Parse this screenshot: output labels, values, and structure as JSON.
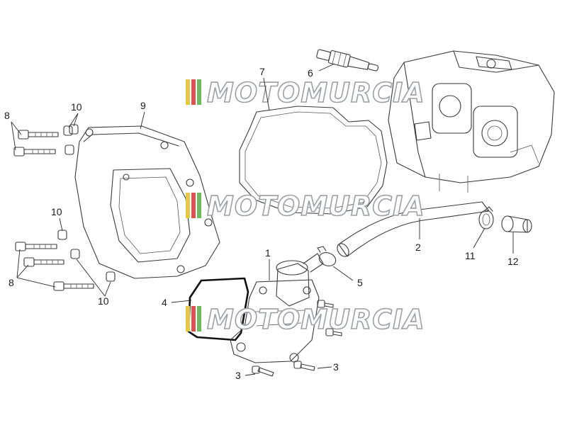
{
  "watermark": {
    "text": "MOTOMURCIA",
    "stripe_colors": [
      "#e8c64a",
      "#d9534f",
      "#6fb85f",
      "#9aa0a8"
    ]
  },
  "labels": {
    "p1": "1",
    "p2": "2",
    "p3a": "3",
    "p3b": "3",
    "p4": "4",
    "p5": "5",
    "p6": "6",
    "p7": "7",
    "p8a": "8",
    "p8b": "8",
    "p9": "9",
    "p10a": "10",
    "p10b": "10",
    "p10c": "10",
    "p11": "11",
    "p12": "12"
  }
}
